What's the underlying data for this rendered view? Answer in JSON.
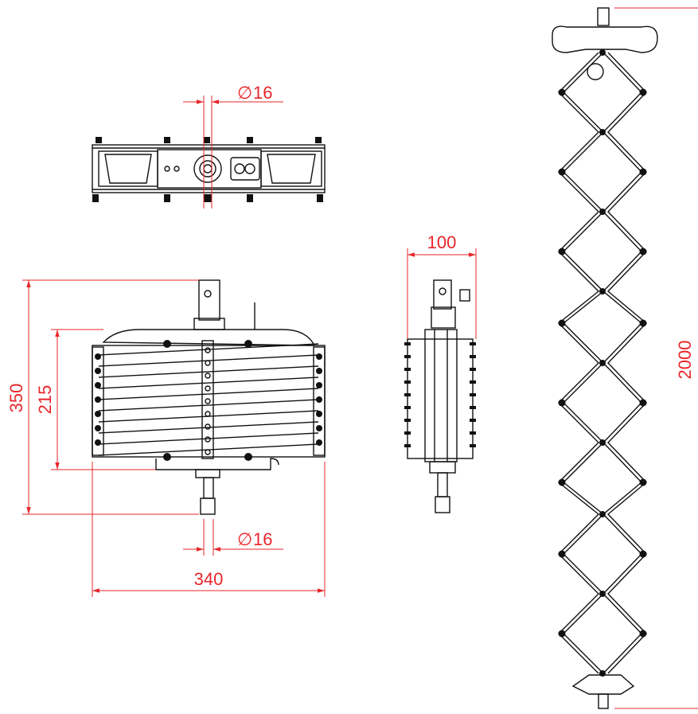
{
  "colors": {
    "dimension": "#e8262a",
    "line": "#111111",
    "background": "#ffffff"
  },
  "dimensions": {
    "top_view_diameter": "16",
    "front_width": "340",
    "front_total_height": "350",
    "front_body_height": "215",
    "front_bottom_diameter": "16",
    "side_width": "100",
    "extended_height": "2000"
  },
  "symbols": {
    "diameter": "∅"
  }
}
